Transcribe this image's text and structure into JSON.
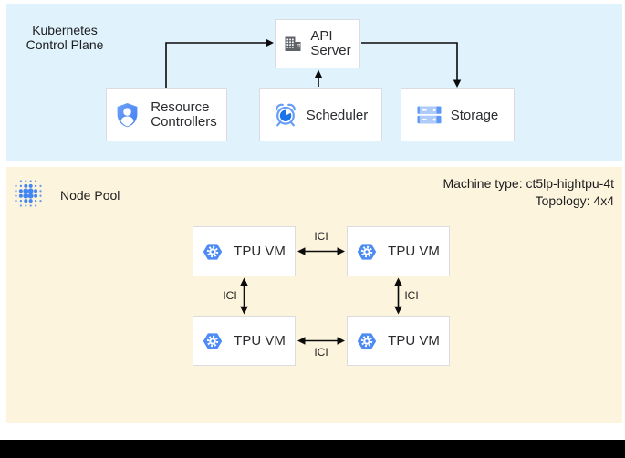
{
  "colors": {
    "control_plane_bg": "#e0f2fc",
    "node_pool_bg": "#fdf4dd",
    "google_blue": "#4285f4",
    "light_blue": "#669df6",
    "dark_blue": "#1a73e8",
    "box_border": "#d9dce1"
  },
  "control_plane": {
    "title": "Kubernetes\nControl Plane",
    "api_server": {
      "label": "API\nServer",
      "icon": "building-icon"
    },
    "resource_controllers": {
      "label": "Resource\nControllers",
      "icon": "shield-person-icon"
    },
    "scheduler": {
      "label": "Scheduler",
      "icon": "alarm-clock-icon"
    },
    "storage": {
      "label": "Storage",
      "icon": "server-stack-icon"
    }
  },
  "node_pool": {
    "title": "Node Pool",
    "icon": "dot-cluster-icon",
    "machine_type": "Machine type: ct5lp-hightpu-4t",
    "topology": "Topology: 4x4",
    "vms": [
      {
        "label": "TPU VM",
        "icon": "tpu-hexagon-icon"
      },
      {
        "label": "TPU VM",
        "icon": "tpu-hexagon-icon"
      },
      {
        "label": "TPU VM",
        "icon": "tpu-hexagon-icon"
      },
      {
        "label": "TPU VM",
        "icon": "tpu-hexagon-icon"
      }
    ],
    "links": [
      {
        "position": "top",
        "label": "ICI"
      },
      {
        "position": "bottom",
        "label": "ICI"
      },
      {
        "position": "left",
        "label": "ICI"
      },
      {
        "position": "right",
        "label": "ICI"
      }
    ]
  }
}
